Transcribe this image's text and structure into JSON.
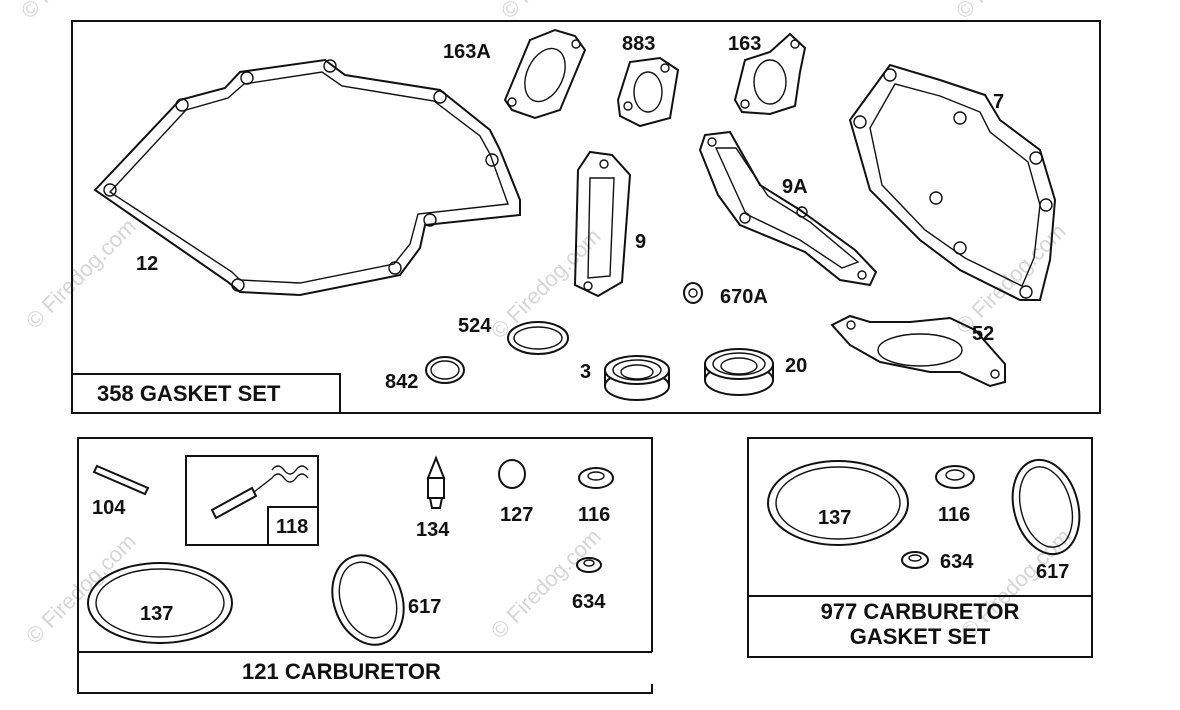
{
  "watermark": "© Firedog.com",
  "panels": {
    "gasket_set": {
      "title": "358 GASKET SET",
      "parts": [
        "12",
        "163A",
        "883",
        "163",
        "7",
        "9",
        "9A",
        "670A",
        "524",
        "842",
        "3",
        "20",
        "52"
      ]
    },
    "carburetor": {
      "title": "121 CARBURETOR",
      "parts": [
        "104",
        "118",
        "134",
        "127",
        "116",
        "137",
        "617",
        "634"
      ]
    },
    "carb_gasket_set": {
      "title_line1": "977 CARBURETOR",
      "title_line2": "GASKET SET",
      "parts": [
        "137",
        "116",
        "634",
        "617"
      ]
    }
  }
}
